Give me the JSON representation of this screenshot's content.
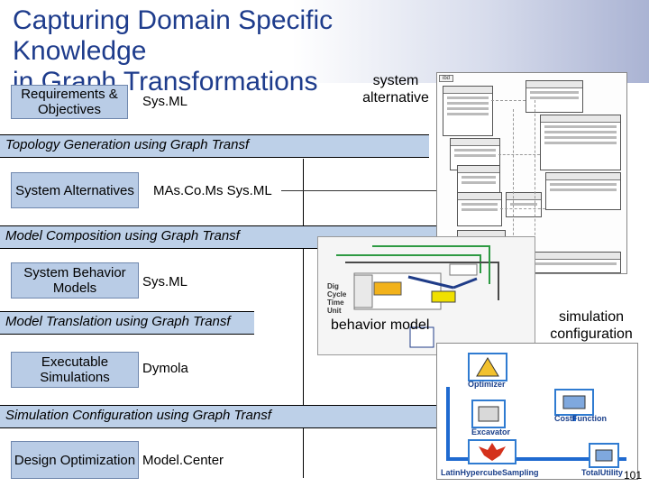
{
  "slide": {
    "title_line1": "Capturing Domain Specific Knowledge",
    "title_line2": "in Graph Transformations",
    "page_number": "101"
  },
  "stages": [
    {
      "box": "Requirements & Objectives",
      "tool": "Sys.ML"
    },
    {
      "box": "System Alternatives",
      "tool": "MAs.Co.Ms  Sys.ML"
    },
    {
      "box": "System Behavior Models",
      "tool": "Sys.ML"
    },
    {
      "box": "Executable Simulations",
      "tool": "Dymola"
    },
    {
      "box": "Design Optimization",
      "tool": "Model.Center"
    }
  ],
  "transforms": [
    "Topology Generation using Graph Transf",
    "Model Composition using Graph Transf",
    "Model Translation using Graph Transf",
    "Simulation Configuration using Graph Transf"
  ],
  "callouts": {
    "system_alternative": "system alternative",
    "behavior_model": "behavior model",
    "simulation_configuration": "simulation configuration"
  },
  "simulation_nodes": [
    "Optimizer",
    "CostFunction",
    "Excavator",
    "LatinHypercubeSampling",
    "TotalUtility"
  ]
}
